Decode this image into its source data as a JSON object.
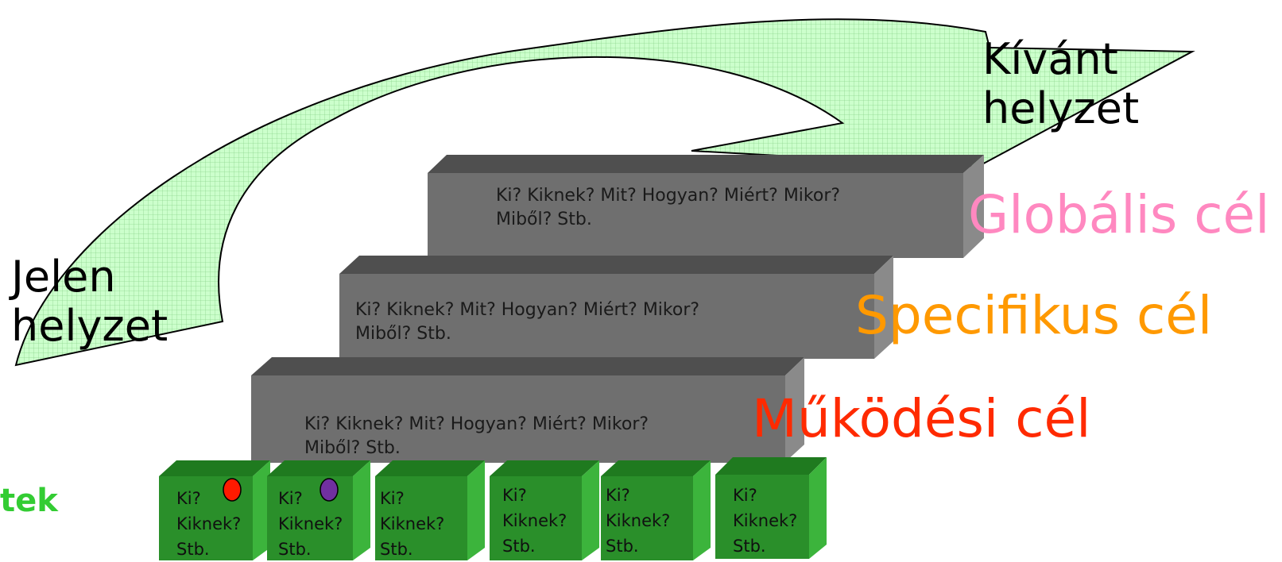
{
  "labels": {
    "current": [
      "Jelen",
      "helyzet"
    ],
    "desired": [
      "Kívánt",
      "helyzet"
    ],
    "global_goal": "Globális cél",
    "specific_goal": "Specifikus cél",
    "operational_goal": "Működési cél",
    "left_partial": "tek"
  },
  "steps": [
    {
      "lines": [
        "Ki? Kiknek? Mit? Hogyan? Miért? Mikor?",
        "Miből? Stb."
      ]
    },
    {
      "lines": [
        "Ki? Kiknek? Mit? Hogyan? Miért? Mikor?",
        "Miből? Stb."
      ]
    },
    {
      "lines": [
        "Ki? Kiknek? Mit? Hogyan? Miért? Mikor?",
        "Miből? Stb."
      ]
    }
  ],
  "cubes": [
    {
      "lines": [
        "Ki?",
        "Kiknek?",
        "Stb."
      ],
      "marker": "#ff1a00"
    },
    {
      "lines": [
        "Ki?",
        "Kiknek?",
        "Stb."
      ],
      "marker": "#7030a0"
    },
    {
      "lines": [
        "Ki?",
        "Kiknek?",
        "Stb."
      ]
    },
    {
      "lines": [
        "Ki?",
        "Kiknek?",
        "Stb."
      ]
    },
    {
      "lines": [
        "Ki?",
        "Kiknek?",
        "Stb."
      ]
    },
    {
      "lines": [
        "Ki?",
        "Kiknek?",
        "Stb."
      ]
    }
  ],
  "colors": {
    "arrow_fill": "#ccffcc",
    "arrow_grid": "#8fd68f",
    "step_front": "#6f6f6f",
    "step_top": "#4f4f4f",
    "step_side": "#8a8a8a",
    "cube_front": "#2a8f2a",
    "cube_top": "#1f7a1f",
    "cube_side": "#3cb43c",
    "global_goal": "#ff88c0",
    "specific_goal": "#ff9900",
    "operational_goal": "#ff2a00",
    "left_partial": "#33cc33"
  }
}
